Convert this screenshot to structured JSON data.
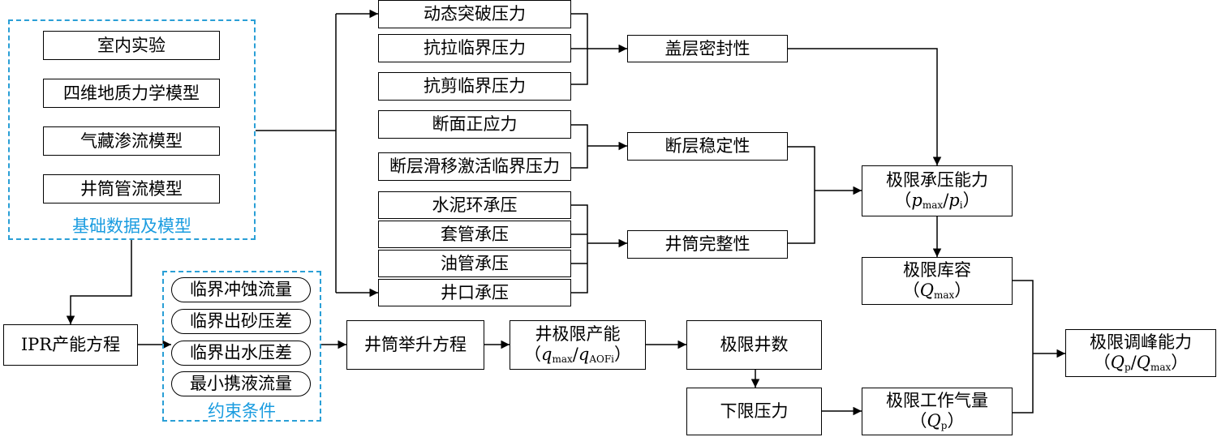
{
  "group_foundation": {
    "items": [
      "室内实验",
      "四维地质力学模型",
      "气藏渗流模型",
      "井筒管流模型"
    ],
    "caption": "基础数据及模型"
  },
  "group_constraints": {
    "items": [
      "临界冲蚀流量",
      "临界出砂压差",
      "临界出水压差",
      "最小携液流量"
    ],
    "caption": "约束条件"
  },
  "pressures": [
    "动态突破压力",
    "抗拉临界压力",
    "抗剪临界压力",
    "断面正应力",
    "断层滑移激活临界压力",
    "水泥环承压",
    "套管承压",
    "油管承压",
    "井口承压"
  ],
  "integrity": {
    "caprock": "盖层密封性",
    "fault": "断层稳定性",
    "wellbore": "井筒完整性"
  },
  "ultimate_pressure": {
    "label": "极限承压能力",
    "formula_a": "p",
    "formula_a_sub": "max",
    "formula_b": "p",
    "formula_b_sub": "i"
  },
  "ultimate_capacity": {
    "label": "极限库容",
    "formula": "Q",
    "formula_sub": "max"
  },
  "peak_shaving": {
    "label": "极限调峰能力",
    "formula_a": "Q",
    "formula_a_sub": "p",
    "formula_b": "Q",
    "formula_b_sub": "max"
  },
  "ipr": "IPR产能方程",
  "lift": "井筒举升方程",
  "well_productivity": {
    "label": "井极限产能",
    "formula_a": "q",
    "formula_a_sub": "max",
    "formula_b": "q",
    "formula_b_sub": "AOFi"
  },
  "well_count": "极限井数",
  "lower_pressure": "下限压力",
  "working_gas": {
    "label": "极限工作气量",
    "formula": "Q",
    "formula_sub": "p"
  }
}
